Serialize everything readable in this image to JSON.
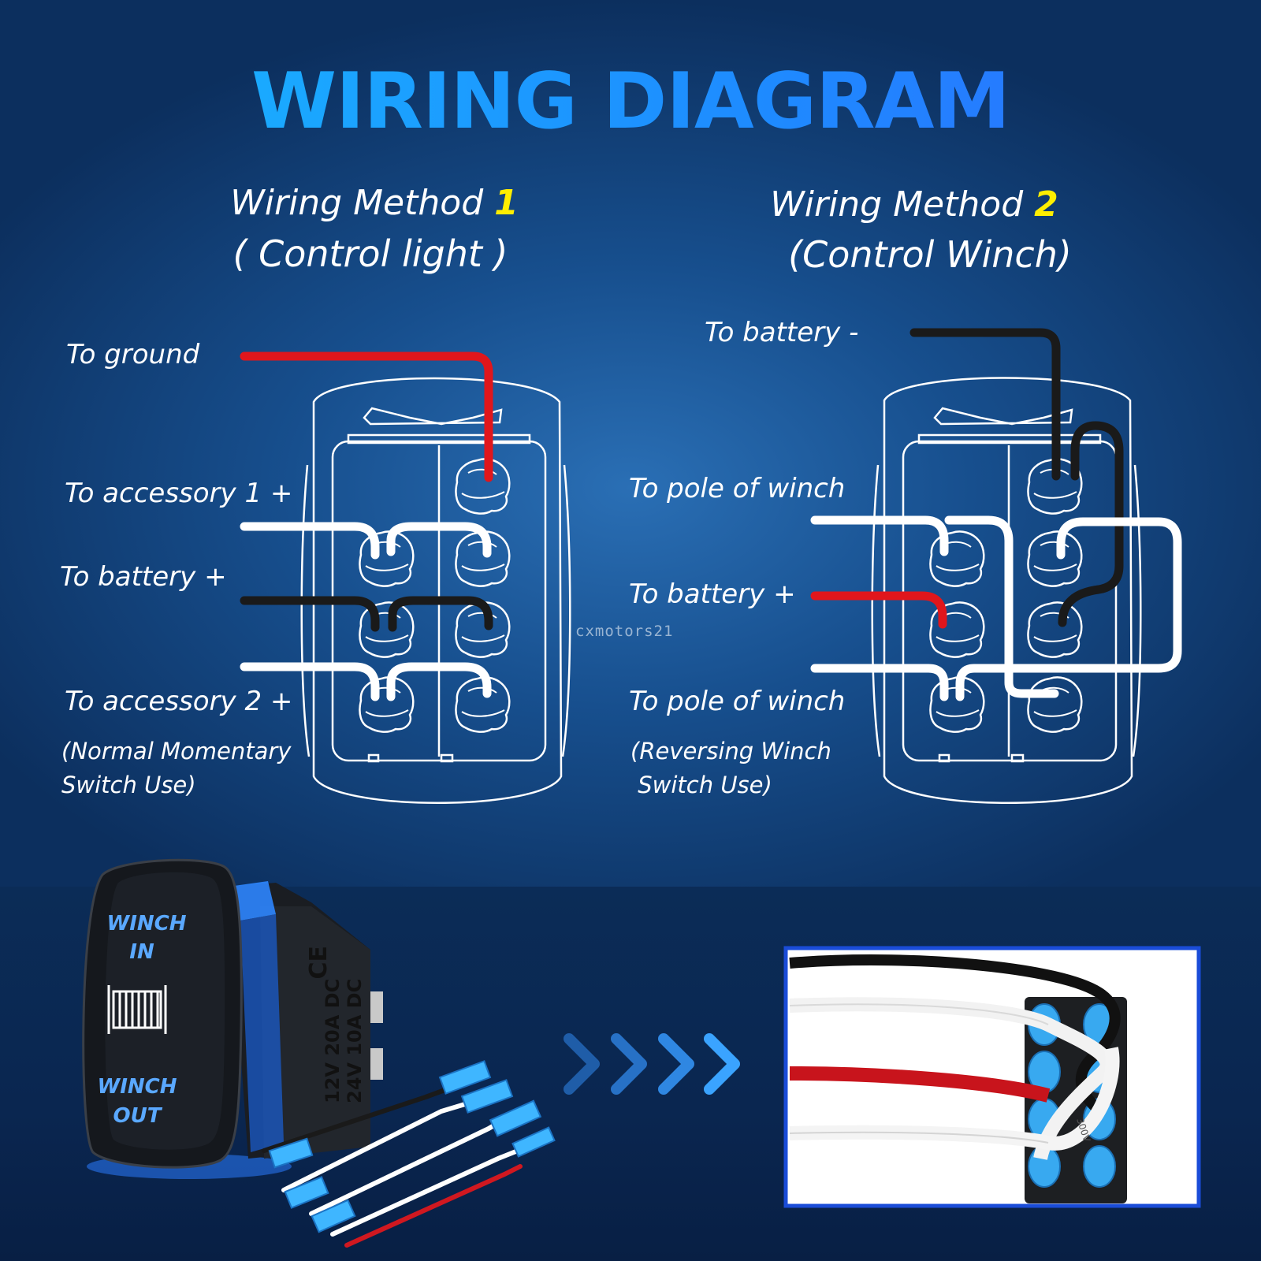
{
  "title": "WIRING DIAGRAM",
  "method1": {
    "title": "Wiring Method ",
    "number": "1",
    "subtitle": "( Control light )",
    "labels": {
      "ground": "To ground",
      "accessory1": "To accessory 1 +",
      "battery_plus": "To battery +",
      "accessory2": "To accessory 2 +"
    },
    "note_line1": "(Normal Momentary",
    "note_line2": "Switch Use)"
  },
  "method2": {
    "title": "Wiring Method ",
    "number": "2",
    "subtitle": "(Control Winch)",
    "labels": {
      "battery_minus": "To battery -",
      "winch_pole_1": "To pole of winch",
      "battery_plus": "To battery +",
      "winch_pole_2": "To pole of winch"
    },
    "note_line1": "(Reversing Winch",
    "note_line2": " Switch Use)"
  },
  "watermark": "cxmotors21",
  "product": {
    "label_top_1": "WINCH",
    "label_top_2": "IN",
    "label_bottom_1": "WINCH",
    "label_bottom_2": "OUT",
    "mark": "CE",
    "rating_line1": "12V  20A  DC",
    "rating_line2": "24V  10A  DC",
    "photo_wire_print": "300V"
  },
  "colors": {
    "wire_red": "#e0161c",
    "wire_black": "#1a1a1a",
    "wire_white": "#ffffff",
    "title_blue": "#1aa7ff",
    "number_yellow": "#ffee00",
    "switch_glow": "#2a7bff",
    "connector_blue": "#3fb6ff"
  },
  "icons": [
    "winch-drum-icon",
    "chevron-right-icon"
  ]
}
